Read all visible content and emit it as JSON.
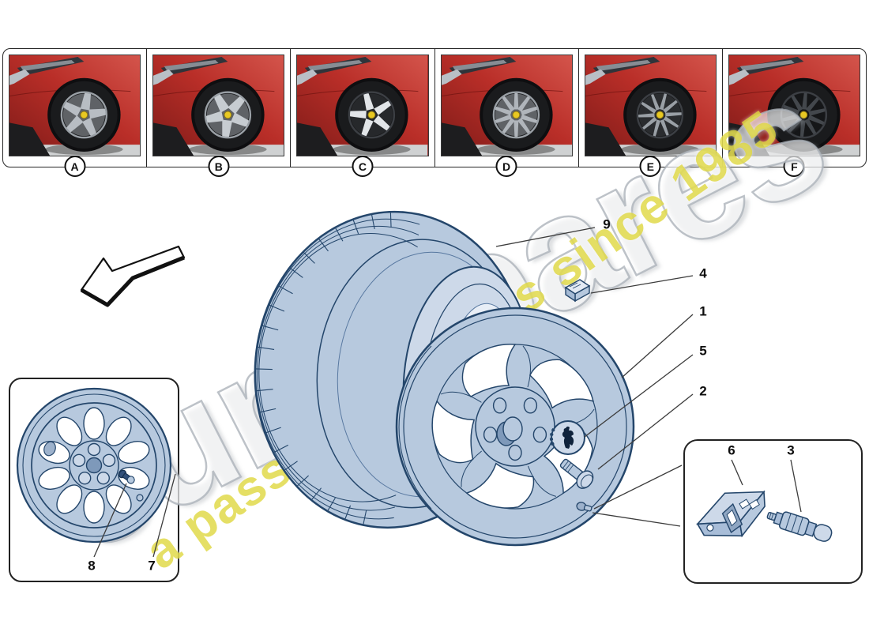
{
  "watermark": {
    "brand": "eurospares",
    "tagline": "a passion for parts since 1985",
    "brand_outline_color": "#acb3ba",
    "tagline_color": "#ded63a"
  },
  "gallery": {
    "panel_letters": [
      "A",
      "B",
      "C",
      "D",
      "E",
      "F"
    ]
  },
  "callouts": {
    "n1": "1",
    "n2": "2",
    "n3": "3",
    "n4": "4",
    "n5": "5",
    "n6": "6",
    "n7": "7",
    "n8": "8",
    "n9": "9"
  },
  "palette": {
    "part_fill": "#b7c9de",
    "part_fill_light": "#cdd9e9",
    "part_line": "#24466b",
    "leader_line": "#3c3c3c",
    "photo_body_red": "#b02a28",
    "center_cap_yellow": "#e8c822"
  }
}
